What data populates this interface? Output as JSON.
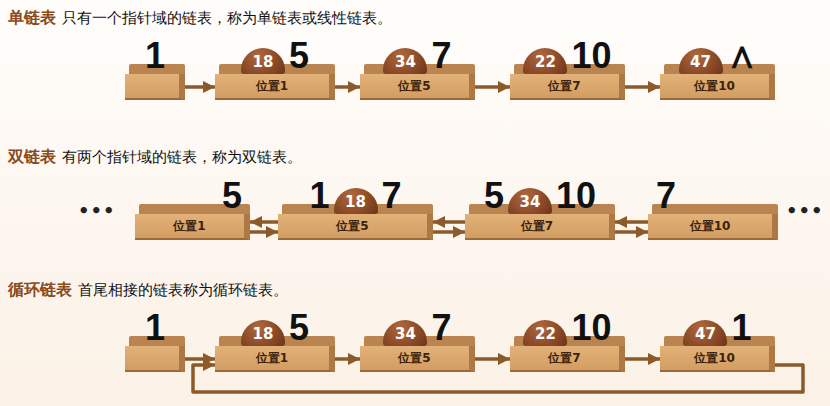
{
  "diagram": {
    "nodes": [
      {
        "text": [
          "1"
        ]
      },
      {
        "text": [
          "18",
          "5",
          "位置1"
        ]
      },
      {
        "text": [
          "34",
          "7",
          "位置5"
        ]
      },
      {
        "text": [
          "22",
          "10",
          "位置7"
        ]
      },
      {
        "text": [
          "47",
          "∧",
          "位置10"
        ]
      },
      {
        "text": [
          "5",
          "位置1"
        ]
      },
      {
        "text": [
          "1",
          "18",
          "7",
          "位置5"
        ]
      },
      {
        "text": [
          "5",
          "34",
          "10",
          "位置7"
        ]
      },
      {
        "text": [
          "7",
          "位置10"
        ]
      },
      {
        "text": [
          "1"
        ]
      },
      {
        "text": [
          "18",
          "5",
          "位置1"
        ]
      },
      {
        "text": [
          "34",
          "7",
          "位置5"
        ]
      },
      {
        "text": [
          "22",
          "10",
          "位置7"
        ]
      },
      {
        "text": [
          "47",
          "1",
          "位置10"
        ]
      }
    ],
    "edges": [
      {
        "from": 0,
        "to": 1,
        "arrow": "to"
      },
      {
        "from": 1,
        "to": 2,
        "arrow": "to"
      },
      {
        "from": 2,
        "to": 3,
        "arrow": "to"
      },
      {
        "from": 3,
        "to": 4,
        "arrow": "to"
      },
      {
        "from": 5,
        "to": 6,
        "arrow": "to"
      },
      {
        "from": 6,
        "to": 5,
        "arrow": "to"
      },
      {
        "from": 6,
        "to": 7,
        "arrow": "to"
      },
      {
        "from": 7,
        "to": 6,
        "arrow": "to"
      },
      {
        "from": 7,
        "to": 8,
        "arrow": "to"
      },
      {
        "from": 8,
        "to": 7,
        "arrow": "to"
      },
      {
        "from": 9,
        "to": 10,
        "arrow": "to"
      },
      {
        "from": 10,
        "to": 11,
        "arrow": "to"
      },
      {
        "from": 11,
        "to": 12,
        "arrow": "to"
      },
      {
        "from": 12,
        "to": 13,
        "arrow": "to"
      },
      {
        "from": 13,
        "to": 10,
        "arrow": "to"
      }
    ],
    "labels": [
      "单链表",
      "只有一个指针域的链表，称为单链表或线性链表。",
      "双链表",
      "有两个指针域的链表，称为双链表。",
      "•••",
      "•••",
      "循环链表",
      "首尾相接的链表称为循环链表。"
    ]
  }
}
